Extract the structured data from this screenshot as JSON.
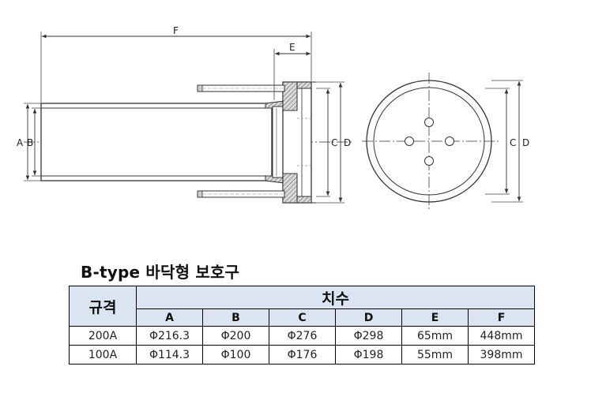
{
  "drawing": {
    "side_view_labels": {
      "A": "A",
      "B": "B",
      "C": "C",
      "D": "D",
      "E": "E",
      "F": "F"
    },
    "end_view_labels": {
      "C": "C",
      "D": "D"
    }
  },
  "title": "B-type 바닥형 보호구",
  "table": {
    "spec_header": "규격",
    "dim_header": "치수",
    "columns": [
      "A",
      "B",
      "C",
      "D",
      "E",
      "F"
    ],
    "rows": [
      {
        "spec": "200A",
        "values": [
          "Φ216.3",
          "Φ200",
          "Φ276",
          "Φ298",
          "65mm",
          "448mm"
        ]
      },
      {
        "spec": "100A",
        "values": [
          "Φ114.3",
          "Φ100",
          "Φ176",
          "Φ198",
          "55mm",
          "398mm"
        ]
      }
    ]
  }
}
